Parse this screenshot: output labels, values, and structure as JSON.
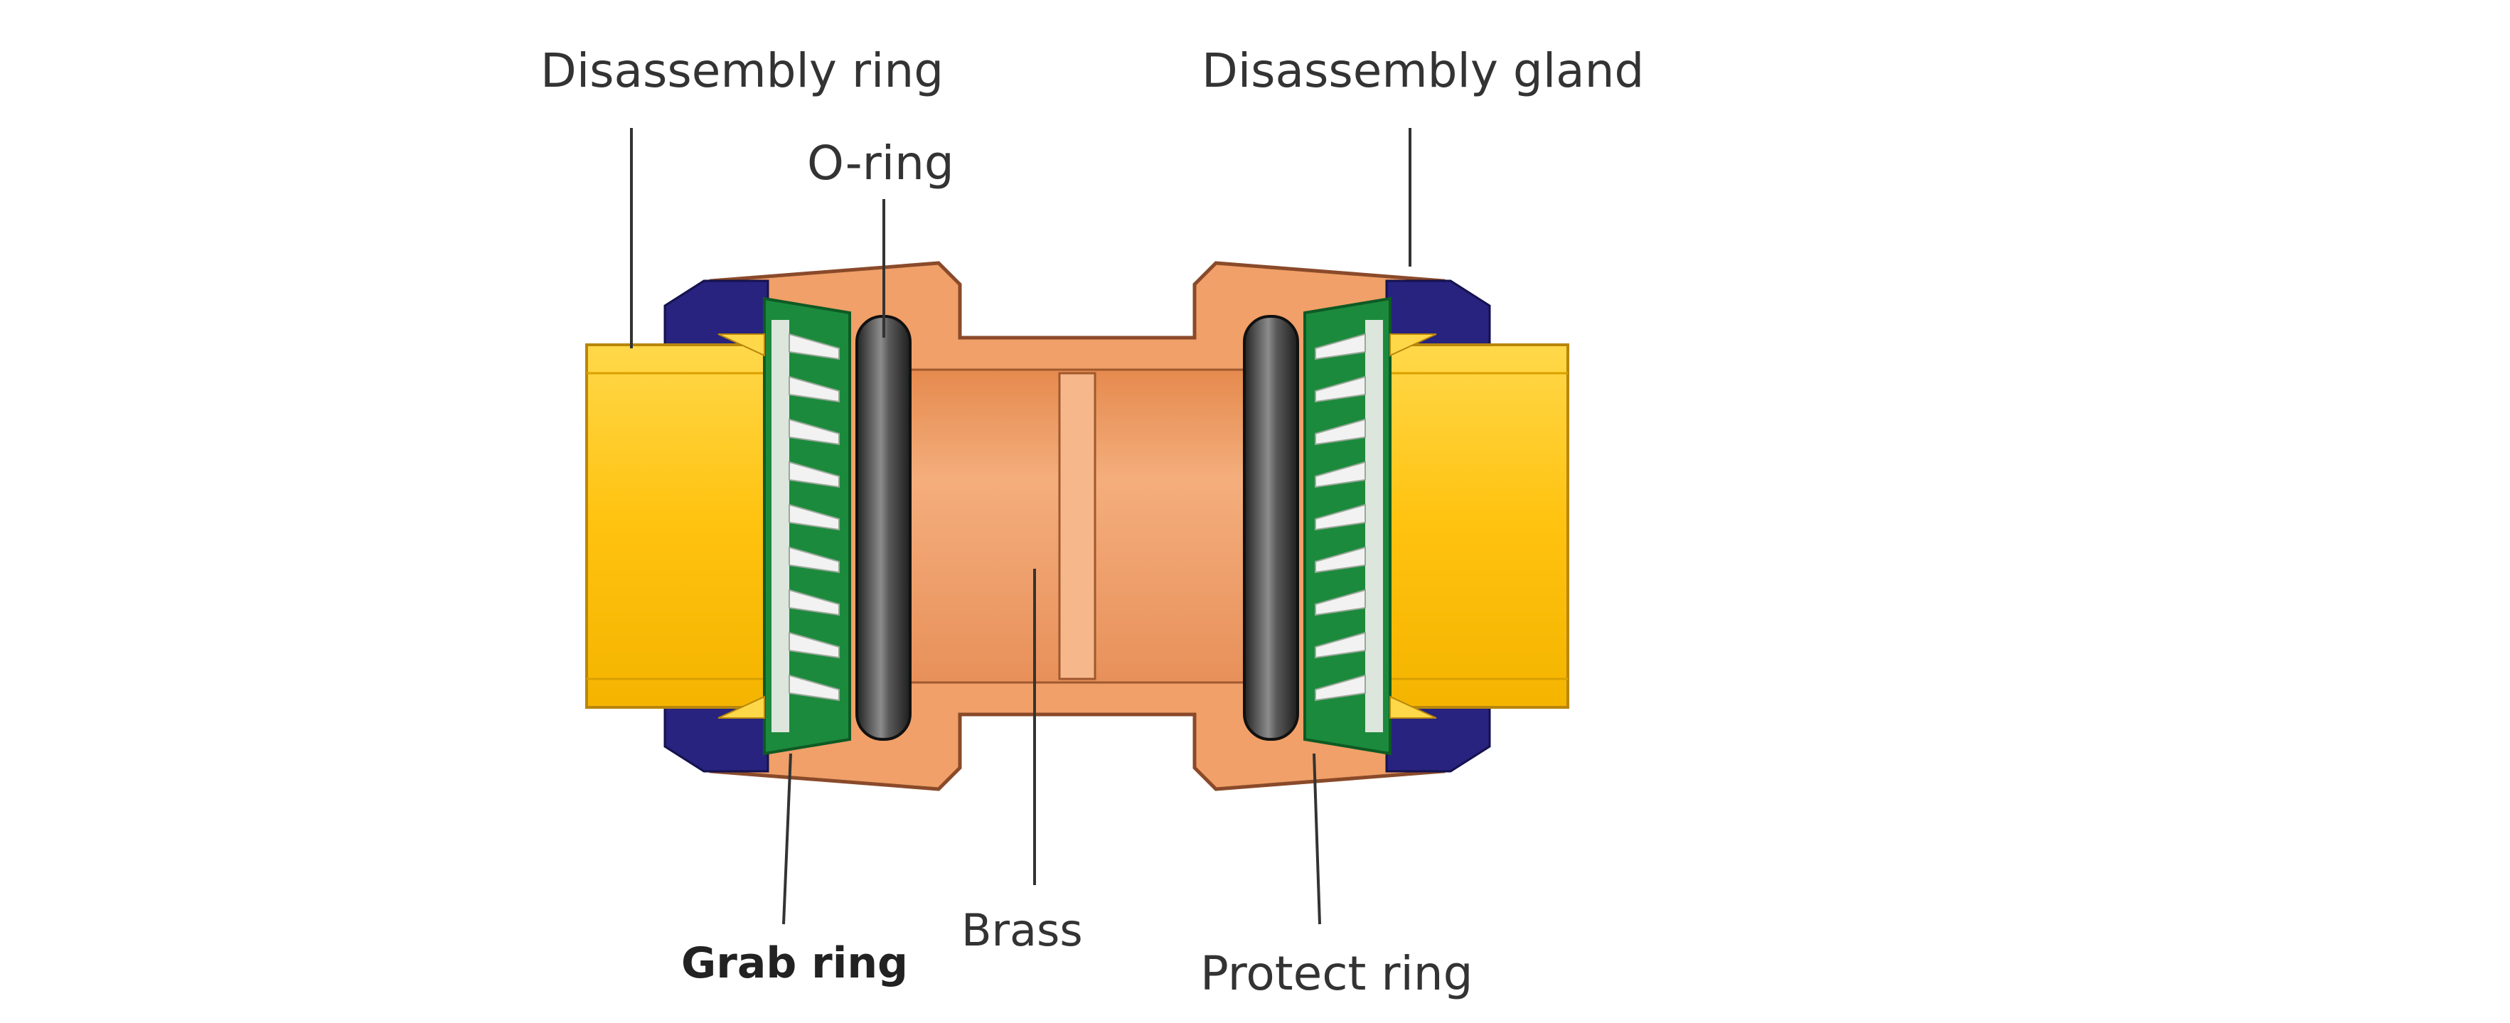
{
  "labels": {
    "disassembly_ring": "Disassembly ring",
    "disassembly_gland": "Disassembly gland",
    "o_ring": "O-ring",
    "grab_ring": "Grab ring",
    "brass": "Brass",
    "protect_ring": "Protect ring"
  },
  "colors": {
    "brass_body": "#F0A068",
    "brass_outline": "#8A4A2A",
    "pipe": "#FFC20E",
    "pipe_outline": "#B8860B",
    "disassembly_gland": "#27237E",
    "grab_ring": "#1C8A3C",
    "o_ring": "#3A3A3A",
    "leader_line": "#333333",
    "label_text": "#333333"
  }
}
